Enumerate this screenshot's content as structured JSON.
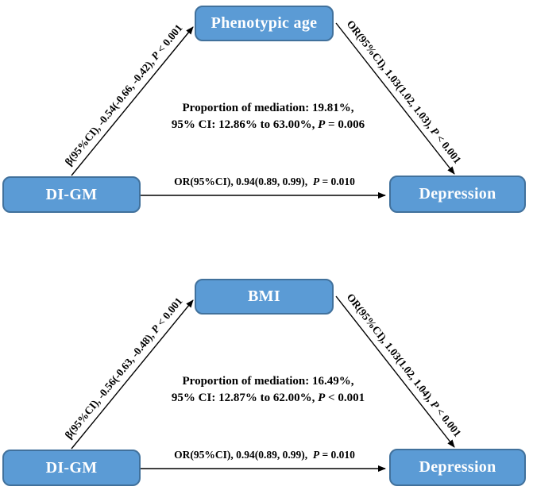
{
  "figure": {
    "colors": {
      "background": "#ffffff",
      "box_fill": "#5b9bd5",
      "box_border": "#41719c",
      "box_text": "#ffffff",
      "arrow": "#000000",
      "label_text": "#000000"
    }
  },
  "diagrams": [
    {
      "id": "phenotypic-age",
      "exposure": "DI-GM",
      "mediator": "Phenotypic age",
      "outcome": "Depression",
      "path_a": {
        "text": "β(95%CI), -0.54(-0.66, -0.42), ",
        "p": "P",
        "stat": " < 0.001"
      },
      "path_b": {
        "text": "OR(95%CI), 1.03(1.02, 1.03), ",
        "p": "P",
        "stat": " < 0.001"
      },
      "path_c": {
        "text": "OR(95%CI), 0.94(0.89, 0.99),  ",
        "p": "P",
        "stat": " = 0.010"
      },
      "mediation": {
        "line1": "Proportion of mediation: 19.81%,",
        "line2_text": "95% CI: 12.86% to 63.00%, ",
        "p": "P",
        "stat": " = 0.006"
      }
    },
    {
      "id": "bmi",
      "exposure": "DI-GM",
      "mediator": "BMI",
      "outcome": "Depression",
      "path_a": {
        "text": "β(95%CI), -0.56(-0.63, -0.48), ",
        "p": "P",
        "stat": " < 0.001"
      },
      "path_b": {
        "text": "OR(95%CI), 1.03(1.02, 1.04), ",
        "p": "P",
        "stat": " < 0.001"
      },
      "path_c": {
        "text": "OR(95%CI), 0.94(0.89, 0.99),  ",
        "p": "P",
        "stat": " = 0.010"
      },
      "mediation": {
        "line1": "Proportion of mediation: 16.49%,",
        "line2_text": "95% CI: 12.87% to 62.00%, ",
        "p": "P",
        "stat": " < 0.001"
      }
    }
  ]
}
